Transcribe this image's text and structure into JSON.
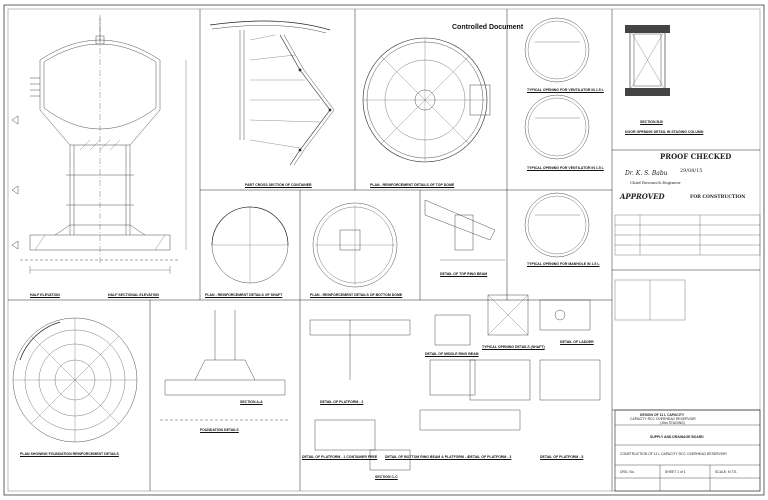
{
  "header": {
    "controlled": "Controlled Document"
  },
  "captions": {
    "part_cross_section_container": "PART CROSS SECTION OF CONTAINER",
    "plan_reinforcement_top_dome": "PLAN - REINFORCEMENT DETAILS OF TOP DOME",
    "typical_opening_ventilator": "TYPICAL OPENING FOR VENTILATOR IN 1.5 L",
    "typical_opening_ventilator_b": "TYPICAL OPENING FOR VENTILATOR IN 1.5 L",
    "typical_opening_manhole": "TYPICAL OPENING FOR MANHOLE IN 1.5 L",
    "section_bb": "SECTION B-B",
    "door_opening": "DOOR OPENING DETAIL IN STAGING COLUMN",
    "half_elevation": "HALF ELEVATION",
    "half_sectional_elevation": "HALF SECTIONAL ELEVATION",
    "plan_reinf_shaft": "PLAN - REINFORCEMENT DETAILS OF SHAFT",
    "plan_reinf_bottom_dome": "PLAN - REINFORCEMENT DETAILS OF BOTTOM DOME",
    "detail_top_ring_beam": "DETAIL OF TOP RING BEAM",
    "plan_foundation": "PLAN SHOWING FOUNDATION REINFORCEMENT DETAILS",
    "foundation_details": "FOUNDATION DETAILS",
    "detail_platform_1": "DETAIL OF PLATFORM - 1 CONTAINER FREE",
    "detail_platform_2": "DETAIL OF PLATFORM - 2",
    "detail_middle_ring_beam": "DETAIL OF MIDDLE RING BEAM",
    "detail_bottom_ring_beam": "DETAIL OF BOTTOM RING BEAM & PLATFORM - 4",
    "detail_platform_3": "DETAIL OF PLATFORM - 3",
    "detail_platform_5": "DETAIL OF PLATFORM - 5",
    "typical_opening_shaft": "TYPICAL OPENING DETAILS (SHAFT)",
    "detail_ladder": "DETAIL OF LADDER",
    "section_cc": "SECTION C-C",
    "section_aa": "SECTION A-A"
  },
  "stamps": {
    "proof_checked": "PROOF CHECKED",
    "approved": "APPROVED",
    "for_construction": "FOR CONSTRUCTION",
    "signer": "Dr. K. S. Babu",
    "signer_role": "Chief Research Engineer",
    "date": "29/08/15"
  },
  "title_block": {
    "design_line1": "DESIGN OF 11 L CAPACITY",
    "design_line2": "CAPACITY RCC OVERHEAD RESERVOIR",
    "design_line3": "(15m STAGING)",
    "board": "SUPPLY AND DRAINAGE BOARD",
    "project": "CONSTRUCTION OF 11 L CAPACITY RCC OVERHEAD RESERVOIR",
    "drawing_no": "DRG. No.",
    "sheet": "SHEET 1 of 1",
    "scale": "SCALE: N.T.S."
  },
  "icons": [
    "water-tank-elevation-drawing",
    "dome-plan-circle",
    "foundation-plan-circle"
  ]
}
